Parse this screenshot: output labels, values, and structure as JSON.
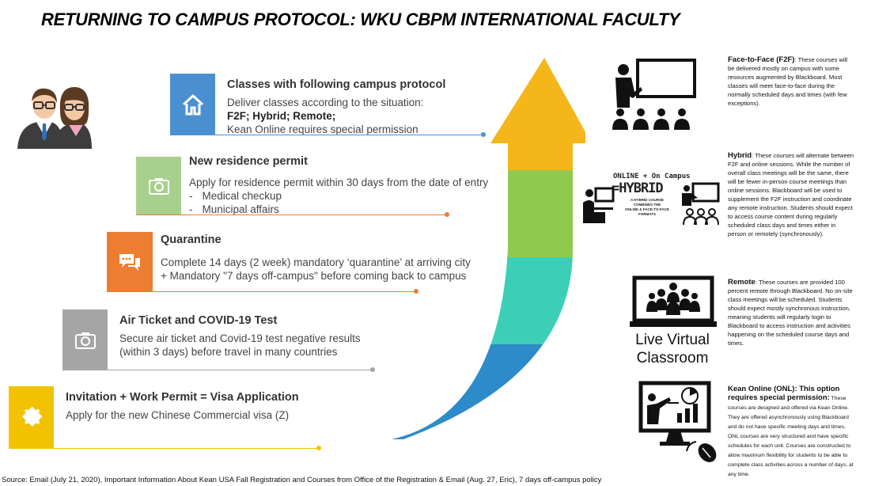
{
  "title": "RETURNING TO CAMPUS PROTOCOL: WKU CBPM INTERNATIONAL FACULTY",
  "steps": [
    {
      "heading": "Classes with following campus protocol",
      "line1": "Deliver classes according to the situation:",
      "line2": "F2F; Hybrid; Remote;",
      "line3": "Kean Online requires special permission",
      "color": "#4a90d0",
      "icon": "home-icon"
    },
    {
      "heading": "New residence permit",
      "line1": "Apply for residence permit within 30 days from the date of entry",
      "line2": "Medical checkup",
      "line3": "Municipal affairs",
      "bullet": "-",
      "color": "#a8d08d",
      "icon": "camera-icon"
    },
    {
      "heading": "Quarantine",
      "line1": "Complete 14 days (2 week) mandatory ‘quarantine’ at arriving city",
      "line2": "+ Mandatory \"7 days off-campus\" before coming back to campus",
      "color": "#ed7d31",
      "icon": "chat-bubbles-icon"
    },
    {
      "heading": "Air Ticket and COVID-19 Test",
      "line1": "Secure air ticket and Covid-19 test negative results",
      "line2": "(within 3 days) before travel in many countries",
      "color": "#a5a5a5",
      "icon": "camera-icon"
    },
    {
      "heading": "Invitation + Work Permit = Visa Application",
      "line1": "Apply for the new Chinese Commercial visa (Z)",
      "color": "#f2c200",
      "icon": "puzzle-icon"
    }
  ],
  "modes": [
    {
      "heading": "Face-to-Face (F2F)",
      "sep": ":",
      "text": " These courses will be delivered mostly on campus with some resources augmented by Blackboard. Most classes will meet face-to-face during the normally scheduled days and times (with few exceptions)."
    },
    {
      "heading": "Hybrid",
      "sep": ":",
      "text": " These courses will alternate between F2F and online sessions. While the number of overall class meetings will be the same, there will be fewer in-person course meetings than online sessions. Blackboard will be used to supplement the F2F instruction and coordinate any remote instruction. Students should expect to access course content during regularly scheduled class days and times either in person or remotely (synchronously)."
    },
    {
      "heading": "Remote",
      "sep": ":",
      "text": " These courses are provided 100 percent remote through Blackboard. No on-site class meetings will be scheduled. Students should expect mostly synchronous instruction, meaning students will regularly login to Blackboard to access instruction and activities happening on the scheduled course days and times."
    },
    {
      "heading": "Kean Online (ONL): This option requires special permission",
      "sep": ":",
      "text": " These courses are designed and offered via Kean Online. They are offered asynchronously using Blackboard and do not have specific meeting days and times. ONL courses are very structured and have specific schedules for each unit. Courses are constructed to allow maximum flexibility for students to be able to complete class activities across a number of days, at any time."
    }
  ],
  "hybrid_graphic": {
    "line1": "ONLINE + On Campus",
    "line2": "=HYBRID",
    "line3": "A HYBRID COURSE",
    "line4": "COMBINES THE",
    "line5": "ONLINE & FACE-TO-FACE",
    "line6": "FORMATS"
  },
  "remote_label": {
    "line1": "Live Virtual",
    "line2": "Classroom"
  },
  "source": "Source: Email (July 21, 2020), Important Information About Kean USA Fall Registration and Courses from Office of the Registration & Email (Aug. 27, Eric), 7 days off-campus policy",
  "arrow_colors": [
    "#2e8bc9",
    "#3ccfb7",
    "#8fca4d",
    "#f5b61a"
  ]
}
